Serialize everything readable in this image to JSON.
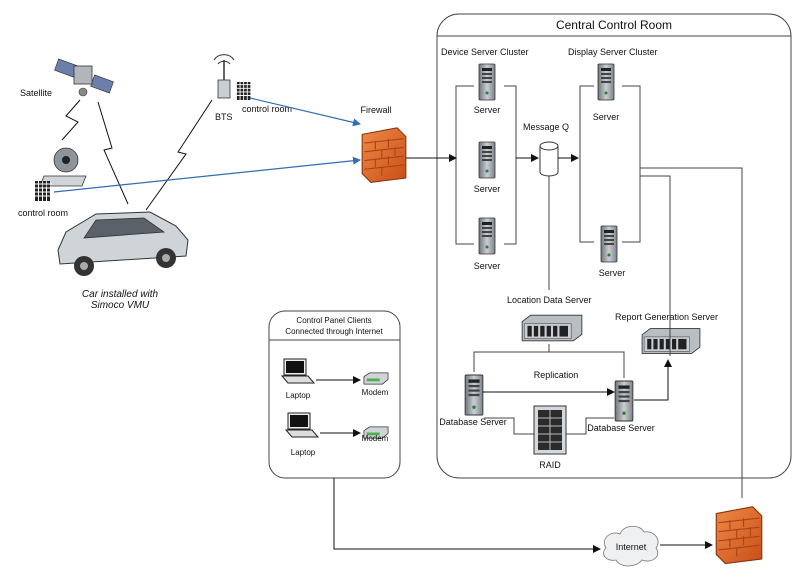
{
  "central": {
    "title": "Central Control Room"
  },
  "device_cluster": {
    "title": "Device Server Cluster",
    "servers": [
      "Server",
      "Server",
      "Server"
    ]
  },
  "display_cluster": {
    "title": "Display Server Cluster",
    "servers": [
      "Server",
      "Server"
    ]
  },
  "message_queue": {
    "label": "Message Q"
  },
  "firewall": {
    "label": "Firewall"
  },
  "location_server": {
    "label": "Location Data Server"
  },
  "report_server": {
    "label": "Report Generation Server"
  },
  "replication": {
    "label": "Replication"
  },
  "db_left": {
    "label": "Database Server"
  },
  "db_right": {
    "label": "Database Server"
  },
  "raid": {
    "label": "RAID"
  },
  "satellite": {
    "label": "Satellite"
  },
  "bts": {
    "label": "BTS",
    "room_label": "control room"
  },
  "ground_station": {
    "label": "control room"
  },
  "car": {
    "line1": "Car installed with",
    "line2": "Simoco VMU"
  },
  "clients": {
    "title_line1": "Control Panel Clients",
    "title_line2": "Connected through Internet",
    "rows": [
      {
        "laptop": "Laptop",
        "modem": "Modem"
      },
      {
        "laptop": "Laptop",
        "modem": "Modem"
      }
    ]
  },
  "internet": {
    "label": "Internet"
  },
  "colors": {
    "radio_link": "#3a7bc8",
    "firewall": "#e0662a",
    "server": "#9aa0a6"
  }
}
